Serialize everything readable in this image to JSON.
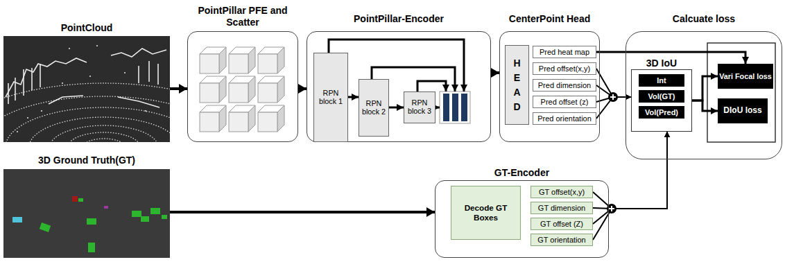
{
  "diagram": {
    "nodes": [
      {
        "text": [
          "PointCloud"
        ]
      },
      {
        "text": [
          "PointPillar PFE and Scatter"
        ]
      },
      {
        "text": [
          "PointPillar-Encoder"
        ]
      },
      {
        "text": [
          "RPN block 1"
        ],
        "in": 2
      },
      {
        "text": [
          "RPN block 2"
        ],
        "in": 2
      },
      {
        "text": [
          "RPN block 3"
        ],
        "in": 2
      },
      {
        "text": [
          "CenterPoint Head"
        ]
      },
      {
        "text": [
          "HEAD"
        ],
        "in": 6
      },
      {
        "text": [
          "Pred heat map"
        ],
        "in": 6
      },
      {
        "text": [
          "Pred offset(x,y)"
        ],
        "in": 6
      },
      {
        "text": [
          "Pred dimension"
        ],
        "in": 6
      },
      {
        "text": [
          "Pred offset (z)"
        ],
        "in": 6
      },
      {
        "text": [
          "Pred orientation"
        ],
        "in": 6
      },
      {
        "text": [
          "Calcuate loss"
        ]
      },
      {
        "text": [
          "3D IoU"
        ],
        "in": 13
      },
      {
        "text": [
          "Int"
        ],
        "in": 14
      },
      {
        "text": [
          "Vol(GT)"
        ],
        "in": 14
      },
      {
        "text": [
          "Vol(Pred)"
        ],
        "in": 14
      },
      {
        "text": [
          "Vari Focal loss"
        ],
        "in": 13
      },
      {
        "text": [
          "DIoU loss"
        ],
        "in": 13
      },
      {
        "text": [
          "3D Ground Truth(GT)"
        ]
      },
      {
        "text": [
          "GT-Encoder"
        ]
      },
      {
        "text": [
          "Decode GT Boxes"
        ],
        "in": 21
      },
      {
        "text": [
          "GT offset(x,y)"
        ],
        "in": 21
      },
      {
        "text": [
          "GT dimension"
        ],
        "in": 21
      },
      {
        "text": [
          "GT offset (Z)"
        ],
        "in": 21
      },
      {
        "text": [
          "GT orientation"
        ],
        "in": 21
      }
    ],
    "edges": [
      {
        "from": 0,
        "to": 1,
        "arrow": "to"
      },
      {
        "from": 1,
        "to": 2,
        "arrow": "to"
      },
      {
        "from": 3,
        "to": 4,
        "arrow": "to"
      },
      {
        "from": 4,
        "to": 5,
        "arrow": "to"
      },
      {
        "from": 2,
        "to": 6,
        "arrow": "to"
      },
      {
        "from": 8,
        "to": 18,
        "arrow": "to"
      },
      {
        "from": 9,
        "to": 14,
        "arrow": "to"
      },
      {
        "from": 10,
        "to": 14,
        "arrow": "to"
      },
      {
        "from": 11,
        "to": 14,
        "arrow": "to"
      },
      {
        "from": 12,
        "to": 14,
        "arrow": "to"
      },
      {
        "from": 14,
        "to": 18,
        "arrow": "to"
      },
      {
        "from": 14,
        "to": 19,
        "arrow": "to"
      },
      {
        "from": 20,
        "to": 21,
        "arrow": "to"
      },
      {
        "from": 23,
        "to": 14,
        "arrow": "to"
      },
      {
        "from": 24,
        "to": 14,
        "arrow": "to"
      },
      {
        "from": 25,
        "to": 14,
        "arrow": "to"
      },
      {
        "from": 26,
        "to": 14,
        "arrow": "to"
      }
    ]
  }
}
